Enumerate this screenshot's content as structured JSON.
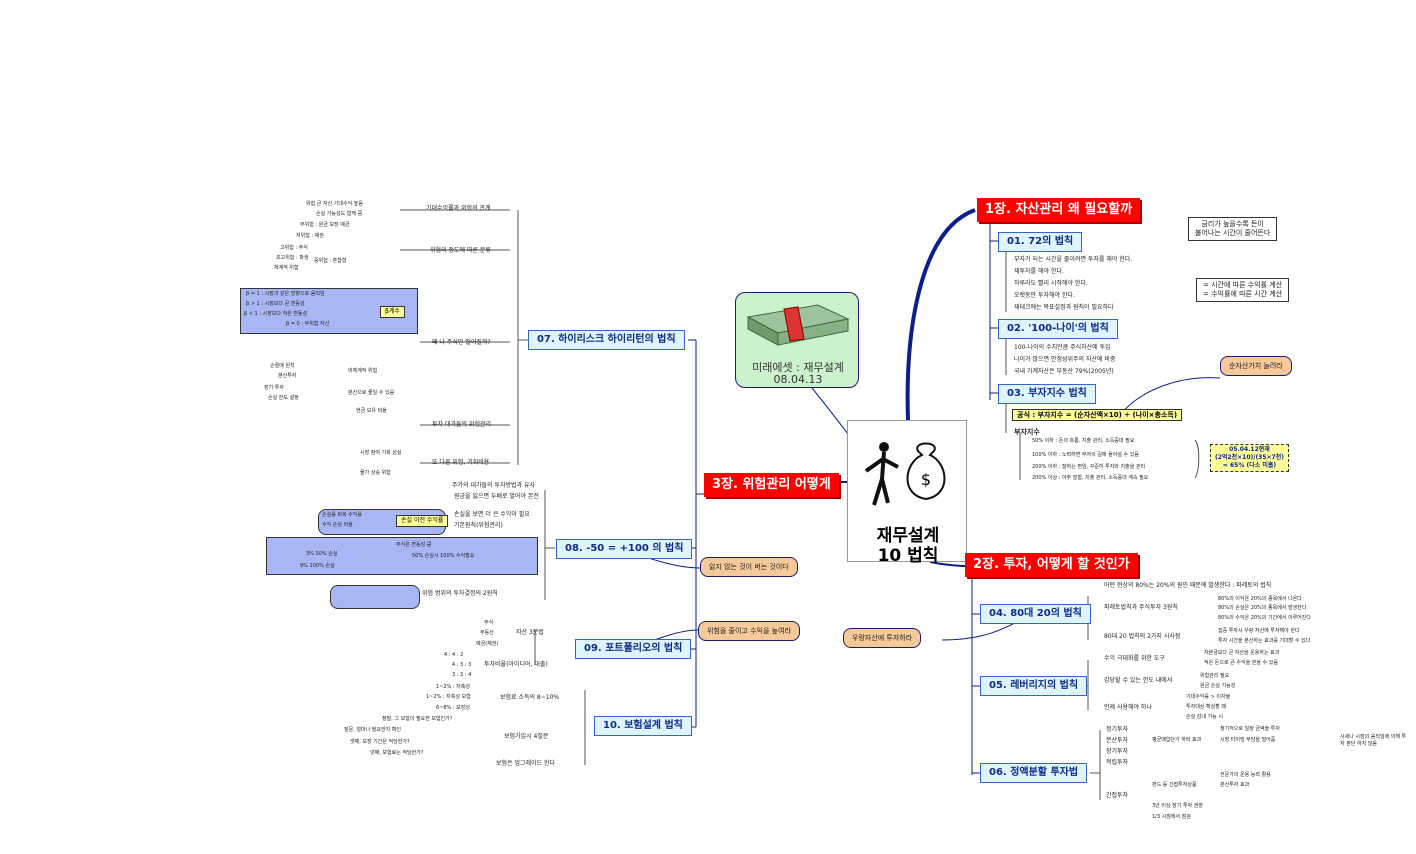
{
  "center": {
    "title_line1": "재무설계",
    "title_line2": "10 법칙"
  },
  "subtitle": {
    "line1": "미래에셋 : 재무설계",
    "line2": "08.04.13"
  },
  "chapters": {
    "ch1": "1장. 자산관리 왜 필요할까",
    "ch2": "2장. 투자, 어떻게 할 것인가",
    "ch3": "3장. 위험관리 어떻게"
  },
  "laws": {
    "l01": "01. 72의 법칙",
    "l02": "02. '100-나이'의 법칙",
    "l03": "03. 부자지수 법칙",
    "l04": "04. 80대 20의 법칙",
    "l05": "05. 레버리지의 법칙",
    "l06": "06. 정액분할 투자법",
    "l07": "07. 하이리스크 하이리턴의 법칙",
    "l08": "08. -50 = +100 의 법칙",
    "l09": "09. 포트폴리오의 법칙",
    "l10": "10. 보험설계 법칙"
  },
  "notes": {
    "compound": "순자산가치 늘려라",
    "win": "잃지 않는 것이 버는 것이다",
    "reduce": "위험을 줄이고 수익을 높여라",
    "growth": "우량자산에 투자하라"
  },
  "ch1_detail": {
    "box1_line1": "금리가 높을수록 돈이",
    "box1_line2": "불어나는 시간이 줄어든다",
    "box2_line1": "= 시간에 따른 수익률 계산",
    "box2_line2": "= 수익률에 따른 시간 계산",
    "l01_items": [
      "부자가 되는 시간을 줄이려면 투자를 해야 한다.",
      "재투자를 해야 한다.",
      "하루라도 빨리 시작해야 한다.",
      "오랫동안 투자해야 한다.",
      "재테크에는 목표설정과 원칙이 필요하다"
    ],
    "l02_items": [
      "100-나이의 수치만큼 주식자산에 투입",
      "나이가 많으면 안정성위주의 자산에 비중",
      "국내 가계자산은 부동산 79%(2005년)"
    ],
    "formula": "공식 : 부자지수 = (순자산액×10) ÷ (나이×총소득)",
    "wealth_label": "부자지수",
    "wealth_items": [
      "50% 이하 : 돈의 흐름, 지출 관리, 소득증대 필요",
      "100% 이하 : 노력하면 부자의 길에 들어설 수 있음",
      "200% 이하 : 잘하는 편임, 꾸준히 투자와 지출을 관리",
      "200% 이상 : 아주 잘함, 지출 관리, 소득증대 계속 필요"
    ],
    "example_line1": "05.04.12현재",
    "example_line2": "(2억2천×10)/(35×7천)",
    "example_line3": "= 65% (다소 미흡)"
  },
  "ch2_detail": {
    "l04_items": [
      "어떤 현상의 80%는 20%의 원인 때문에 발생한다 : 파레토의 법칙",
      "파레토법칙과 주식투자 3원칙",
      "80대 20 법칙의 2가지 시사점"
    ],
    "l04_sub": [
      "80%의 이익은 20%의 종목에서 나온다",
      "80%의 손실은 20%의 종목에서 발생한다",
      "80%의 수익은 20%의 기간에서 이루어진다",
      "집중 투자시 우량 자산에 투자해야 한다",
      "투자 시간을 분산하는 효과를 기대할 수 있다"
    ],
    "l05_items": [
      "수익 극대화를 위한 도구",
      "감당할 수 있는 한도 내에서",
      "언제 사용해야 하나"
    ],
    "l05_sub": [
      "자본금보다 큰 자산을 운용하는 효과",
      "적은 돈으로 큰 수익을 얻을 수 있음",
      "위험관리 필요",
      "원금 손실 가능성",
      "기대수익률 > 이자율",
      "투자대상 확실할 때",
      "손실 감내 가능 시"
    ],
    "l06_items": [
      "정기투자",
      "분산투자",
      "장기투자",
      "적립투자",
      "간접투자"
    ],
    "l06_sub": [
      "평균매입단가 하락 효과",
      "정기적으로 일정 금액을 투자",
      "시장 타이밍 부담을 덜어줌",
      "시세나 시장의 움직임에 의해 투자 판단 하지 않음",
      "펀드 등 간접투자상품",
      "전문가의 운용 능력 활용",
      "분산투자 효과",
      "3년 이상 장기 투자 권장",
      "1/3 시점에서 점검"
    ]
  },
  "ch3_detail": {
    "l07_items": [
      "기대수익률과 위험의 관계",
      "위험의 정도에 따른 분류",
      "왜 나 주식만 떨어질까?",
      "투자 대가들의 위험관리",
      "또 다른 위험, 기회비용"
    ],
    "l07_sub": [
      "위험 큰 자산 기대수익 높음",
      "손실 가능성도 함께 큼",
      "무위험 : 원금 보장 예금",
      "저위험 : 채권",
      "중위험 : 혼합형",
      "고위험 : 주식",
      "초고위험 : 파생",
      "체계적 위험",
      "비체계적 위험",
      "분산으로 줄일 수 있음",
      "손절매 원칙",
      "분산투자",
      "장기 투자",
      "손실 한도 설정",
      "현금 보유 비율",
      "시장 참여 기회 상실",
      "물가 상승 위험"
    ],
    "beta": [
      "β = 1 : 시장과 같은 방향으로 움직임",
      "β > 1 : 시장보다 큰 변동성",
      "β < 1 : 시장보다 작은 변동성",
      "β = 0 : 무위험 자산"
    ],
    "beta_label": "β계수",
    "l08_items": [
      "주가의 대가들의 투자방법과 유사",
      "원금을 잃으면 두배로 벌어야 본전",
      "손실을 보면 더 큰 수익이 필요",
      "기본원칙(위험관리)",
      "위험 범위의 투자결정의 2원칙"
    ],
    "l08_sub": [
      "손실률 회복 수익률",
      "수익 손실 비율",
      "주식은 변동성 큼",
      "50% 손실시 100% 수익필요",
      "3% 50% 손실",
      "9% 100% 손실"
    ],
    "loss_label": "손실 이전 수익률",
    "l09_items": [
      "자산 3분법",
      "투자비율(아이디어, 대출)"
    ],
    "l09_sub": [
      "주식",
      "부동산",
      "예금(채권)",
      "4 : 4 : 2",
      "4 : 3 : 3",
      "3 : 3 : 4"
    ],
    "l10_items": [
      "보험료 소득의 8~10%",
      "보험가입시 4질문",
      "보험은 업그레이드 한다"
    ],
    "l10_sub": [
      "1~2% : 저축성",
      "1~2% : 저축성 보험",
      "6~8% : 보장성",
      "정말, 그 보험이 필요한 보험인가?",
      "질문, 얼마나 필요한지 확인",
      "셋째, 보장 기간은 적당한가?",
      "넷째, 보험료는 적당한가?"
    ]
  }
}
